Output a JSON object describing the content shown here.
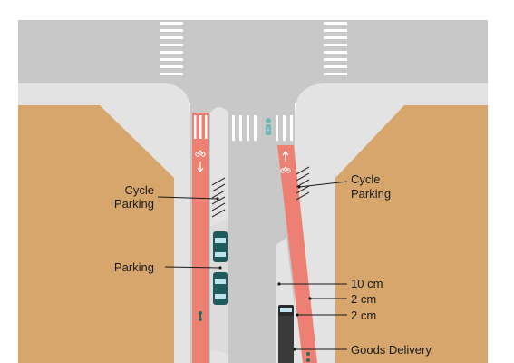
{
  "labels": {
    "cycle_parking_left": [
      "Cycle",
      "Parking"
    ],
    "cycle_parking_right": [
      "Cycle",
      "Parking"
    ],
    "parking": "Parking",
    "dim_10cm": "10 cm",
    "dim_2cm_a": "2 cm",
    "dim_2cm_b": "2 cm",
    "goods_delivery": "Goods Delivery"
  },
  "colors": {
    "road": "#c8c8c8",
    "sidewalk": "#e3e3e3",
    "block": "#d6a66c",
    "bike_lane": "#ee8073",
    "vehicle": "#1f5b5a",
    "truck": "#3a3a3a",
    "line": "#1a1a1a"
  },
  "icons": [
    "bicycle-icon",
    "arrow-up-icon",
    "arrow-down-icon",
    "pedestrian-icon"
  ]
}
